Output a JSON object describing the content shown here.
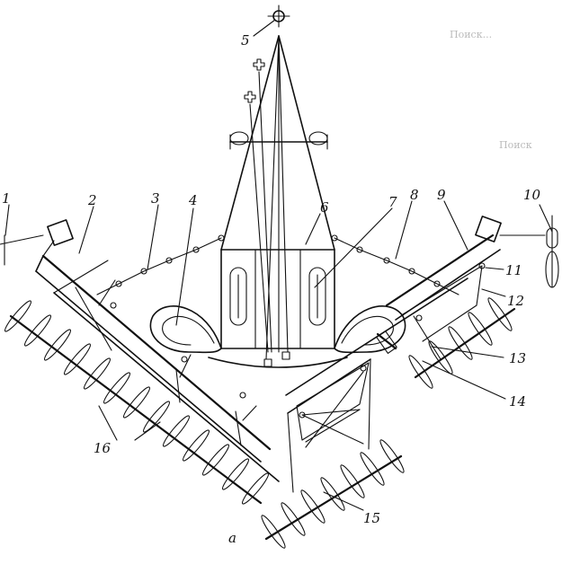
{
  "labels": [
    {
      "id": "l1",
      "text": "1"
    },
    {
      "id": "l2",
      "text": "2"
    },
    {
      "id": "l3",
      "text": "3"
    },
    {
      "id": "l4",
      "text": "4"
    },
    {
      "id": "l5",
      "text": "5"
    },
    {
      "id": "l6",
      "text": "6"
    },
    {
      "id": "l7",
      "text": "7"
    },
    {
      "id": "l8",
      "text": "8"
    },
    {
      "id": "l9",
      "text": "9"
    },
    {
      "id": "l10",
      "text": "10"
    },
    {
      "id": "l11",
      "text": "11"
    },
    {
      "id": "l12",
      "text": "12"
    },
    {
      "id": "l13",
      "text": "13"
    },
    {
      "id": "l14",
      "text": "14"
    },
    {
      "id": "l15",
      "text": "15"
    },
    {
      "id": "l16",
      "text": "16"
    }
  ],
  "caption": "а",
  "bleed_text": [
    "Поиск...",
    "Поиск"
  ]
}
